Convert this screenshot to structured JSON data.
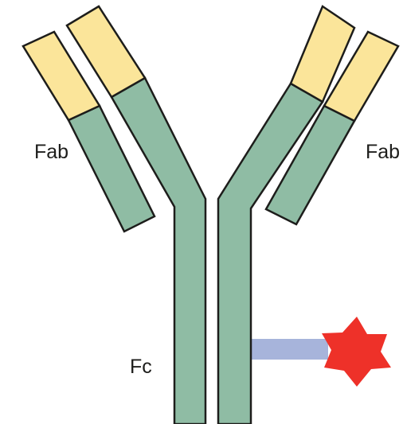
{
  "labels": {
    "fab_left": "Fab",
    "fab_right": "Fab",
    "fc": "Fc"
  },
  "colors": {
    "heavy_chain": "#8fbca4",
    "light_chain_variable": "#fbe59a",
    "linker": "#a7b4db",
    "payload": "#ee3129",
    "outline": "#1d1d1b",
    "background": "#ffffff"
  }
}
